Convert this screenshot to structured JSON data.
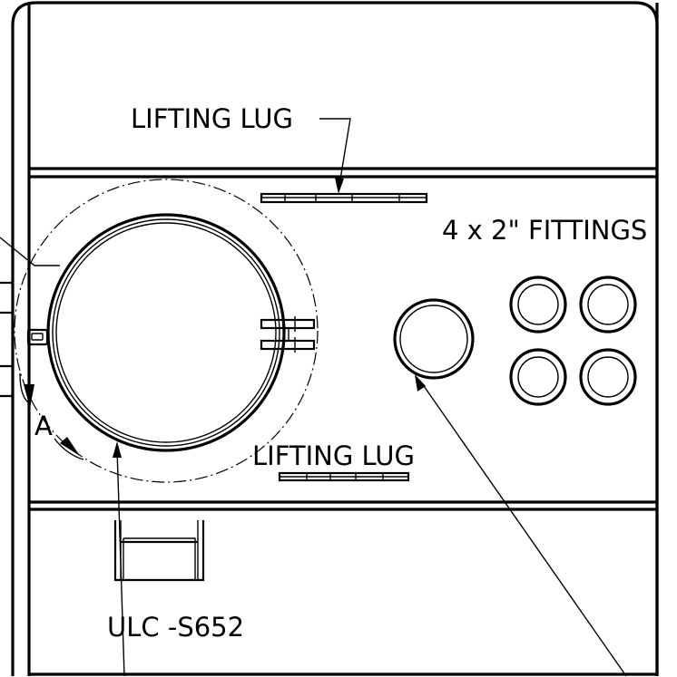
{
  "labels": {
    "lifting_lug_top": "LIFTING LUG",
    "fittings": "4 x 2\" FITTINGS",
    "view_marker": "A",
    "lifting_lug_bottom": "LIFTING LUG",
    "part_number": "ULC -S652"
  },
  "colors": {
    "line": "#000000",
    "background": "#ffffff"
  }
}
